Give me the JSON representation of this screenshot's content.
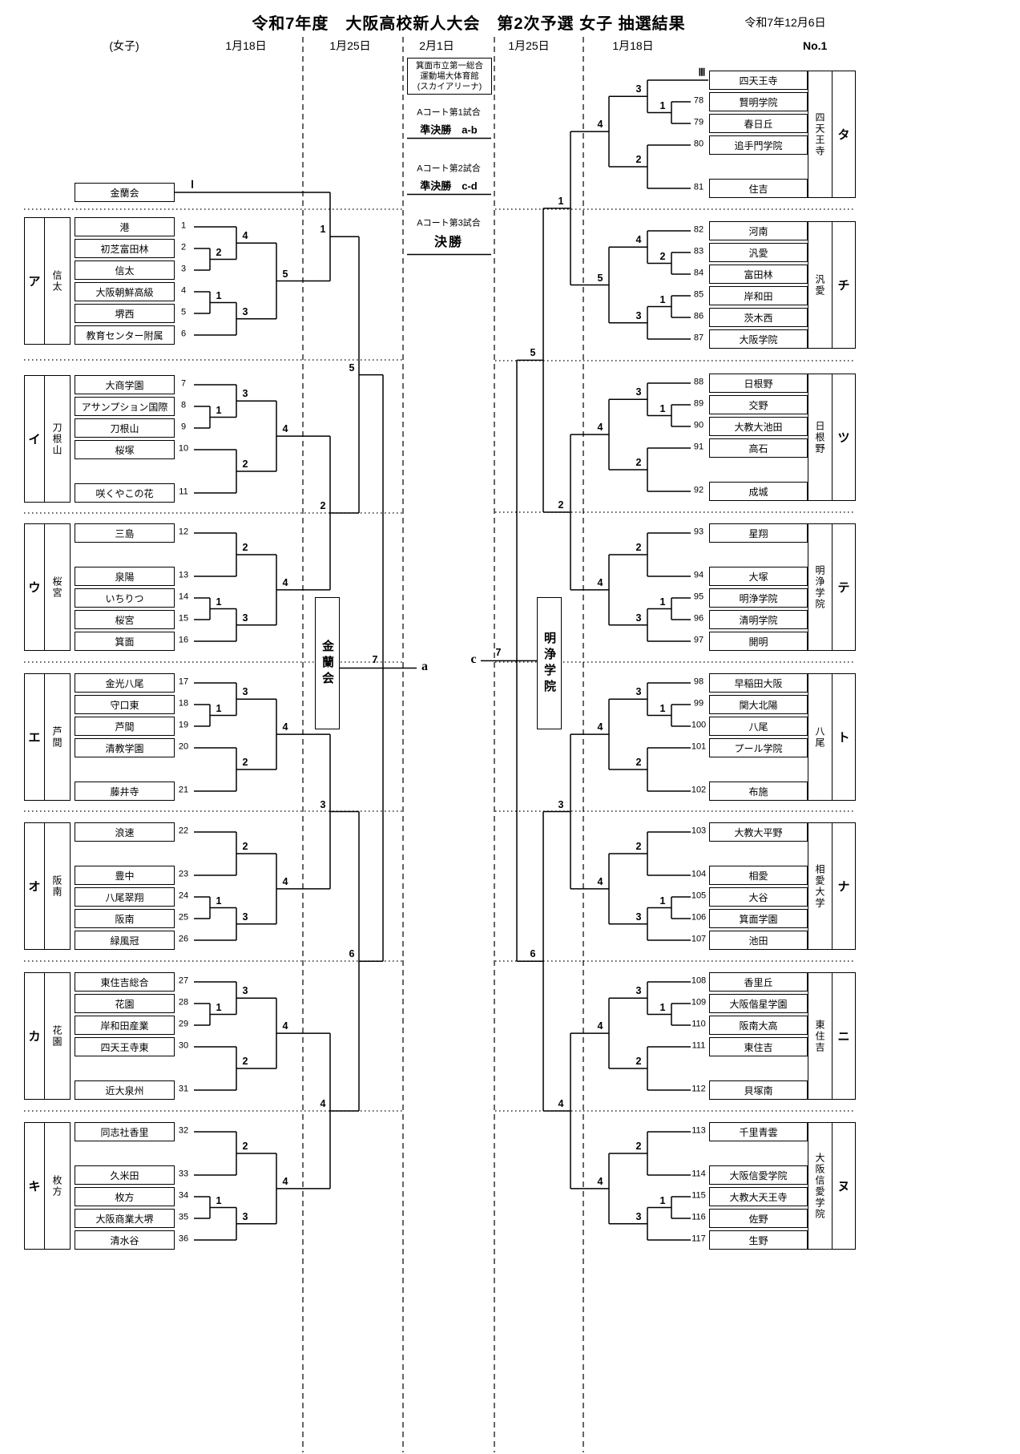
{
  "header": {
    "title": "令和7年度　大阪高校新人大会　第2次予選 女子 抽選結果",
    "date": "令和7年12月6日",
    "page_no": "No.1",
    "columns": [
      "(女子)",
      "1月18日",
      "1月25日",
      "2月1日",
      "1月25日",
      "1月18日"
    ]
  },
  "venue_box": {
    "lines": [
      "箕面市立第一総合",
      "運動場大体育館",
      "(スカイアリーナ)"
    ]
  },
  "schedule": [
    {
      "court": "Aコート第1試合",
      "match": "準決勝　a-b"
    },
    {
      "court": "Aコート第2試合",
      "match": "準決勝　c-d"
    },
    {
      "court": "Aコート第3試合",
      "match": "決勝"
    }
  ],
  "seeds": {
    "left": {
      "name": "金蘭会",
      "numeral": "Ⅰ"
    },
    "right": {
      "name": "四天王寺",
      "numeral": "Ⅲ"
    }
  },
  "center": {
    "left_winner": "金蘭会",
    "right_winner": "明浄学院",
    "left_slot": "a",
    "right_slot": "c",
    "left_final_no": "7",
    "right_final_no": "7"
  },
  "rounds": {
    "r2_left": [
      "1",
      "2",
      "3",
      "4"
    ],
    "r3_left": [
      "5",
      "6"
    ],
    "r2_right": [
      "1",
      "2",
      "3",
      "4"
    ],
    "r3_right": [
      "5",
      "6"
    ]
  },
  "left_blocks": [
    {
      "letter": "ア",
      "venue": "信太",
      "pattern": "six",
      "labels": [
        "2",
        "4",
        "1",
        "3",
        "5"
      ],
      "teams": [
        {
          "no": "1",
          "name": "港"
        },
        {
          "no": "2",
          "name": "初芝富田林"
        },
        {
          "no": "3",
          "name": "信太"
        },
        {
          "no": "4",
          "name": "大阪朝鮮高級"
        },
        {
          "no": "5",
          "name": "堺西"
        },
        {
          "no": "6",
          "name": "教育センター附属"
        }
      ]
    },
    {
      "letter": "イ",
      "venue": "刀根山",
      "pattern": "five_top",
      "labels": [
        "1",
        "3",
        "2",
        "4"
      ],
      "teams": [
        {
          "no": "7",
          "name": "大商学園"
        },
        {
          "no": "8",
          "name": "アサンプション国際"
        },
        {
          "no": "9",
          "name": "刀根山"
        },
        {
          "no": "10",
          "name": "桜塚"
        },
        {
          "no": "11",
          "name": "咲くやこの花"
        }
      ]
    },
    {
      "letter": "ウ",
      "venue": "桜宮",
      "pattern": "five_bottom",
      "labels": [
        "2",
        "1",
        "3",
        "4"
      ],
      "teams": [
        {
          "no": "12",
          "name": "三島"
        },
        {
          "no": "13",
          "name": "泉陽"
        },
        {
          "no": "14",
          "name": "いちりつ"
        },
        {
          "no": "15",
          "name": "桜宮"
        },
        {
          "no": "16",
          "name": "箕面"
        }
      ]
    },
    {
      "letter": "エ",
      "venue": "芦間",
      "pattern": "five_top",
      "labels": [
        "1",
        "3",
        "2",
        "4"
      ],
      "teams": [
        {
          "no": "17",
          "name": "金光八尾"
        },
        {
          "no": "18",
          "name": "守口東"
        },
        {
          "no": "19",
          "name": "芦間"
        },
        {
          "no": "20",
          "name": "清教学園"
        },
        {
          "no": "21",
          "name": "藤井寺"
        }
      ]
    },
    {
      "letter": "オ",
      "venue": "阪南",
      "pattern": "five_bottom",
      "labels": [
        "2",
        "1",
        "3",
        "4"
      ],
      "teams": [
        {
          "no": "22",
          "name": "浪速"
        },
        {
          "no": "23",
          "name": "豊中"
        },
        {
          "no": "24",
          "name": "八尾翠翔"
        },
        {
          "no": "25",
          "name": "阪南"
        },
        {
          "no": "26",
          "name": "緑風冠"
        }
      ]
    },
    {
      "letter": "カ",
      "venue": "花園",
      "pattern": "five_top",
      "labels": [
        "1",
        "3",
        "2",
        "4"
      ],
      "teams": [
        {
          "no": "27",
          "name": "東住吉総合"
        },
        {
          "no": "28",
          "name": "花園"
        },
        {
          "no": "29",
          "name": "岸和田産業"
        },
        {
          "no": "30",
          "name": "四天王寺東"
        },
        {
          "no": "31",
          "name": "近大泉州"
        }
      ]
    },
    {
      "letter": "キ",
      "venue": "枚方",
      "pattern": "five_bottom",
      "labels": [
        "2",
        "1",
        "3",
        "4"
      ],
      "teams": [
        {
          "no": "32",
          "name": "同志社香里"
        },
        {
          "no": "33",
          "name": "久米田"
        },
        {
          "no": "34",
          "name": "枚方"
        },
        {
          "no": "35",
          "name": "大阪商業大堺"
        },
        {
          "no": "36",
          "name": "清水谷"
        }
      ]
    }
  ],
  "right_blocks": [
    {
      "letter": "タ",
      "venue": "四天王寺",
      "pattern": "five_top",
      "labels": [
        "1",
        "3",
        "2",
        "4"
      ],
      "teams": [
        {
          "seed": "Ⅲ",
          "name": "四天王寺"
        },
        {
          "no": "78",
          "name": "賢明学院"
        },
        {
          "no": "79",
          "name": "春日丘"
        },
        {
          "no": "80",
          "name": "追手門学院"
        },
        {
          "no": "81",
          "name": "住吉"
        }
      ]
    },
    {
      "letter": "チ",
      "venue": "汎愛",
      "pattern": "six",
      "labels": [
        "2",
        "4",
        "1",
        "3",
        "5"
      ],
      "teams": [
        {
          "no": "82",
          "name": "河南"
        },
        {
          "no": "83",
          "name": "汎愛"
        },
        {
          "no": "84",
          "name": "富田林"
        },
        {
          "no": "85",
          "name": "岸和田"
        },
        {
          "no": "86",
          "name": "茨木西"
        },
        {
          "no": "87",
          "name": "大阪学院"
        }
      ]
    },
    {
      "letter": "ツ",
      "venue": "日根野",
      "pattern": "five_top",
      "labels": [
        "1",
        "3",
        "2",
        "4"
      ],
      "teams": [
        {
          "no": "88",
          "name": "日根野"
        },
        {
          "no": "89",
          "name": "交野"
        },
        {
          "no": "90",
          "name": "大教大池田"
        },
        {
          "no": "91",
          "name": "高石"
        },
        {
          "no": "92",
          "name": "成城"
        }
      ]
    },
    {
      "letter": "テ",
      "venue": "明浄学院",
      "pattern": "five_bottom",
      "labels": [
        "2",
        "1",
        "3",
        "4"
      ],
      "teams": [
        {
          "no": "93",
          "name": "星翔"
        },
        {
          "no": "94",
          "name": "大塚"
        },
        {
          "no": "95",
          "name": "明浄学院"
        },
        {
          "no": "96",
          "name": "清明学院"
        },
        {
          "no": "97",
          "name": "開明"
        }
      ]
    },
    {
      "letter": "ト",
      "venue": "八尾",
      "pattern": "five_top",
      "labels": [
        "1",
        "3",
        "2",
        "4"
      ],
      "teams": [
        {
          "no": "98",
          "name": "早稲田大阪"
        },
        {
          "no": "99",
          "name": "関大北陽"
        },
        {
          "no": "100",
          "name": "八尾"
        },
        {
          "no": "101",
          "name": "プール学院"
        },
        {
          "no": "102",
          "name": "布施"
        }
      ]
    },
    {
      "letter": "ナ",
      "venue": "相愛大学",
      "pattern": "five_bottom",
      "labels": [
        "2",
        "1",
        "3",
        "4"
      ],
      "teams": [
        {
          "no": "103",
          "name": "大教大平野"
        },
        {
          "no": "104",
          "name": "相愛"
        },
        {
          "no": "105",
          "name": "大谷"
        },
        {
          "no": "106",
          "name": "箕面学園"
        },
        {
          "no": "107",
          "name": "池田"
        }
      ]
    },
    {
      "letter": "ニ",
      "venue": "東住吉",
      "pattern": "five_top",
      "labels": [
        "1",
        "3",
        "2",
        "4"
      ],
      "teams": [
        {
          "no": "108",
          "name": "香里丘"
        },
        {
          "no": "109",
          "name": "大阪偕星学園"
        },
        {
          "no": "110",
          "name": "阪南大高"
        },
        {
          "no": "111",
          "name": "東住吉"
        },
        {
          "no": "112",
          "name": "貝塚南"
        }
      ]
    },
    {
      "letter": "ヌ",
      "venue": "大阪信愛学院",
      "pattern": "five_bottom",
      "labels": [
        "2",
        "1",
        "3",
        "4"
      ],
      "teams": [
        {
          "no": "113",
          "name": "千里青雲"
        },
        {
          "no": "114",
          "name": "大阪信愛学院"
        },
        {
          "no": "115",
          "name": "大教大天王寺"
        },
        {
          "no": "116",
          "name": "佐野"
        },
        {
          "no": "117",
          "name": "生野"
        }
      ]
    }
  ]
}
